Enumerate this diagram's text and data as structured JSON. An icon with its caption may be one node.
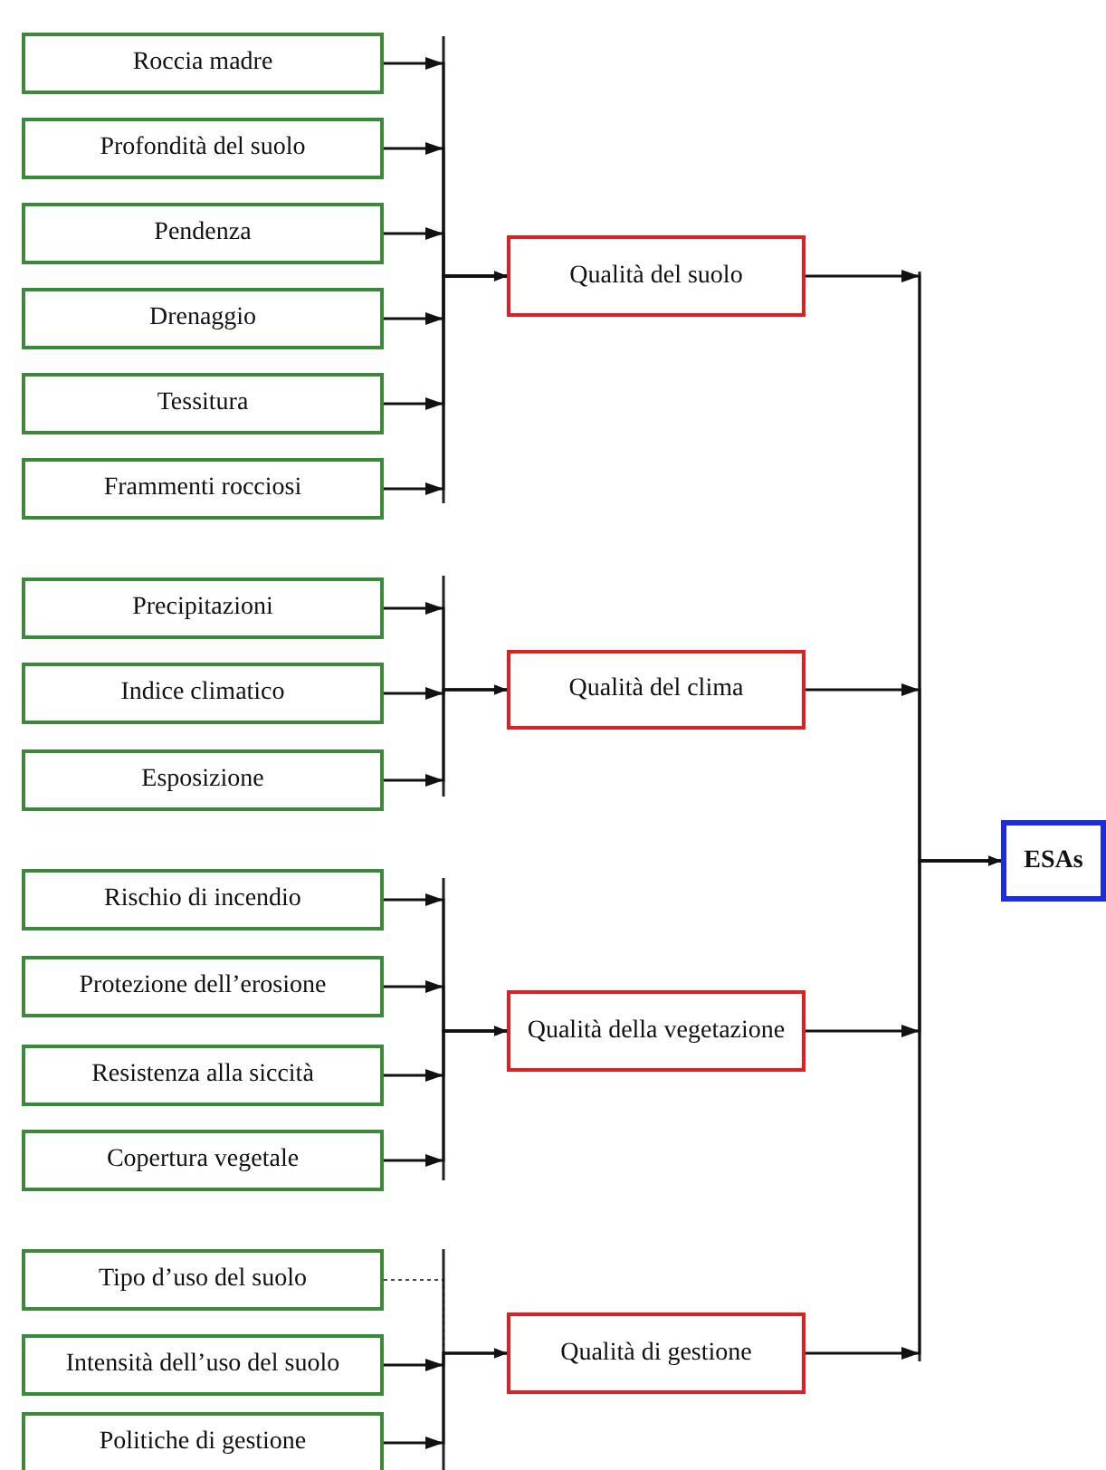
{
  "diagram": {
    "nodes": [
      {
        "text": [
          "Roccia madre"
        ]
      },
      {
        "text": [
          "Profondità del suolo"
        ]
      },
      {
        "text": [
          "Pendenza"
        ]
      },
      {
        "text": [
          "Drenaggio"
        ]
      },
      {
        "text": [
          "Tessitura"
        ]
      },
      {
        "text": [
          "Frammenti rocciosi"
        ]
      },
      {
        "text": [
          "Qualità del suolo"
        ]
      },
      {
        "text": [
          "Precipitazioni"
        ]
      },
      {
        "text": [
          "Indice climatico"
        ]
      },
      {
        "text": [
          "Esposizione"
        ]
      },
      {
        "text": [
          "Qualità del clima"
        ]
      },
      {
        "text": [
          "Rischio di incendio"
        ]
      },
      {
        "text": [
          "Protezione dell’erosione"
        ]
      },
      {
        "text": [
          "Resistenza alla siccità"
        ]
      },
      {
        "text": [
          "Copertura vegetale"
        ]
      },
      {
        "text": [
          "Qualità della vegetazione"
        ]
      },
      {
        "text": [
          "Tipo d’uso del suolo"
        ]
      },
      {
        "text": [
          "Intensità dell’uso del suolo"
        ]
      },
      {
        "text": [
          "Politiche di gestione"
        ]
      },
      {
        "text": [
          "Qualità di gestione"
        ]
      },
      {
        "text": [
          "ESAs"
        ]
      }
    ],
    "edges": [
      {
        "from": 0,
        "to": 6,
        "arrow": "to"
      },
      {
        "from": 1,
        "to": 6,
        "arrow": "to"
      },
      {
        "from": 2,
        "to": 6,
        "arrow": "to"
      },
      {
        "from": 3,
        "to": 6,
        "arrow": "to"
      },
      {
        "from": 4,
        "to": 6,
        "arrow": "to"
      },
      {
        "from": 5,
        "to": 6,
        "arrow": "to"
      },
      {
        "from": 7,
        "to": 10,
        "arrow": "to"
      },
      {
        "from": 8,
        "to": 10,
        "arrow": "to"
      },
      {
        "from": 9,
        "to": 10,
        "arrow": "to"
      },
      {
        "from": 11,
        "to": 15,
        "arrow": "to"
      },
      {
        "from": 12,
        "to": 15,
        "arrow": "to"
      },
      {
        "from": 13,
        "to": 15,
        "arrow": "to"
      },
      {
        "from": 14,
        "to": 15,
        "arrow": "to"
      },
      {
        "from": 16,
        "to": 19,
        "arrow": "to",
        "style": "dashed"
      },
      {
        "from": 17,
        "to": 19,
        "arrow": "to"
      },
      {
        "from": 18,
        "to": 19,
        "arrow": "to"
      },
      {
        "from": 6,
        "to": 20,
        "arrow": "to"
      },
      {
        "from": 10,
        "to": 20,
        "arrow": "to"
      },
      {
        "from": 15,
        "to": 20,
        "arrow": "to"
      },
      {
        "from": 19,
        "to": 20,
        "arrow": "to"
      }
    ]
  }
}
